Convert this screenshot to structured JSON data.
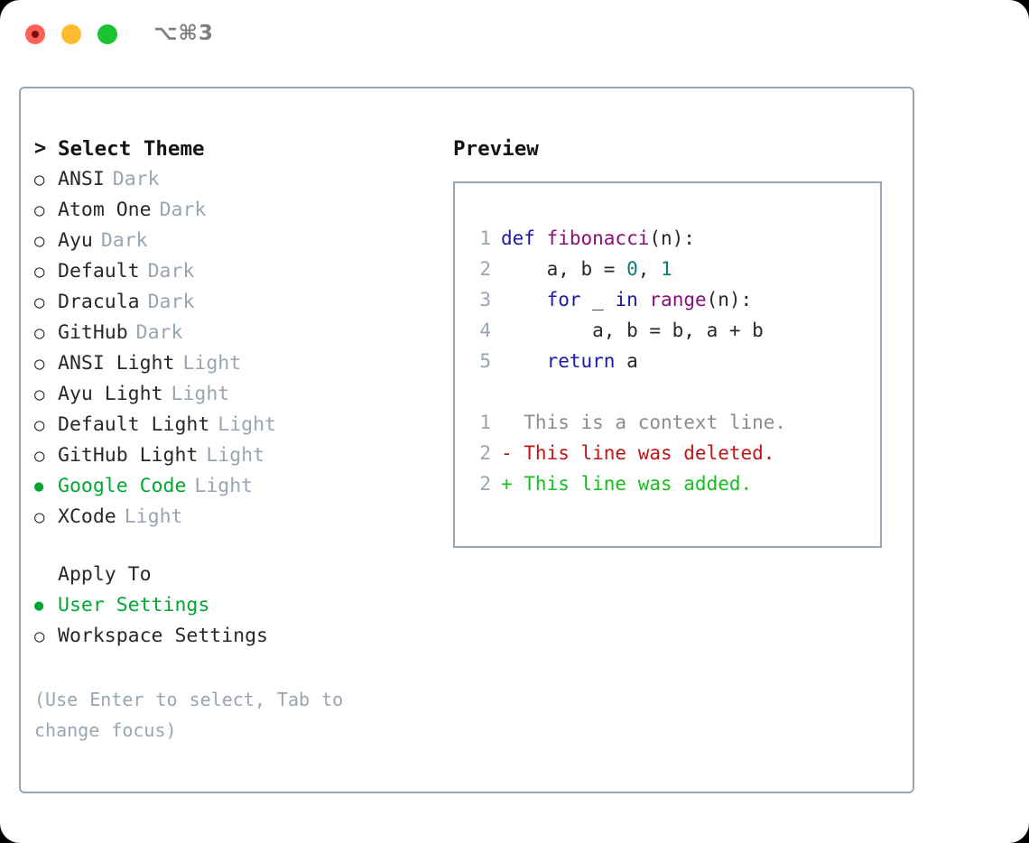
{
  "window": {
    "shortcut": "⌥⌘3",
    "traffic_lights": [
      "close-red",
      "minimize-yellow",
      "maximize-green"
    ]
  },
  "theme_picker": {
    "heading_marker": ">",
    "heading": "Select Theme",
    "marker_unselected": "○",
    "marker_selected": "●",
    "accent_color": "#00a832",
    "items": [
      {
        "name": "ANSI",
        "tag": "Dark",
        "selected": false
      },
      {
        "name": "Atom One",
        "tag": "Dark",
        "selected": false
      },
      {
        "name": "Ayu",
        "tag": "Dark",
        "selected": false
      },
      {
        "name": "Default",
        "tag": "Dark",
        "selected": false
      },
      {
        "name": "Dracula",
        "tag": "Dark",
        "selected": false
      },
      {
        "name": "GitHub",
        "tag": "Dark",
        "selected": false
      },
      {
        "name": "ANSI Light",
        "tag": "Light",
        "selected": false
      },
      {
        "name": "Ayu Light",
        "tag": "Light",
        "selected": false
      },
      {
        "name": "Default Light",
        "tag": "Light",
        "selected": false
      },
      {
        "name": "GitHub Light",
        "tag": "Light",
        "selected": false
      },
      {
        "name": "Google Code",
        "tag": "Light",
        "selected": true
      },
      {
        "name": "XCode",
        "tag": "Light",
        "selected": false
      }
    ]
  },
  "apply_to": {
    "heading": "Apply To",
    "items": [
      {
        "name": "User Settings",
        "selected": true
      },
      {
        "name": "Workspace Settings",
        "selected": false
      }
    ]
  },
  "hint": "(Use Enter to select, Tab to change focus)",
  "preview": {
    "title": "Preview",
    "code_lines": [
      {
        "num": "1",
        "tokens": [
          {
            "t": "def ",
            "c": "kw"
          },
          {
            "t": "fibonacci",
            "c": "fn"
          },
          {
            "t": "(n):",
            "c": "plain"
          }
        ]
      },
      {
        "num": "2",
        "tokens": [
          {
            "t": "    a, b = ",
            "c": "plain"
          },
          {
            "t": "0",
            "c": "num"
          },
          {
            "t": ", ",
            "c": "plain"
          },
          {
            "t": "1",
            "c": "num"
          }
        ]
      },
      {
        "num": "3",
        "tokens": [
          {
            "t": "    ",
            "c": "plain"
          },
          {
            "t": "for",
            "c": "kw"
          },
          {
            "t": " _ ",
            "c": "plain"
          },
          {
            "t": "in",
            "c": "kw"
          },
          {
            "t": " ",
            "c": "plain"
          },
          {
            "t": "range",
            "c": "fn"
          },
          {
            "t": "(n):",
            "c": "plain"
          }
        ]
      },
      {
        "num": "4",
        "tokens": [
          {
            "t": "        a, b = b, a + b",
            "c": "plain"
          }
        ]
      },
      {
        "num": "5",
        "tokens": [
          {
            "t": "    ",
            "c": "plain"
          },
          {
            "t": "return",
            "c": "kw"
          },
          {
            "t": " a",
            "c": "plain"
          }
        ]
      }
    ],
    "diff_lines": [
      {
        "num": "1",
        "text": "  This is a context line.",
        "kind": "ctx"
      },
      {
        "num": "2",
        "text": "- This line was deleted.",
        "kind": "del"
      },
      {
        "num": "2",
        "text": "+ This line was added.",
        "kind": "add"
      }
    ]
  }
}
